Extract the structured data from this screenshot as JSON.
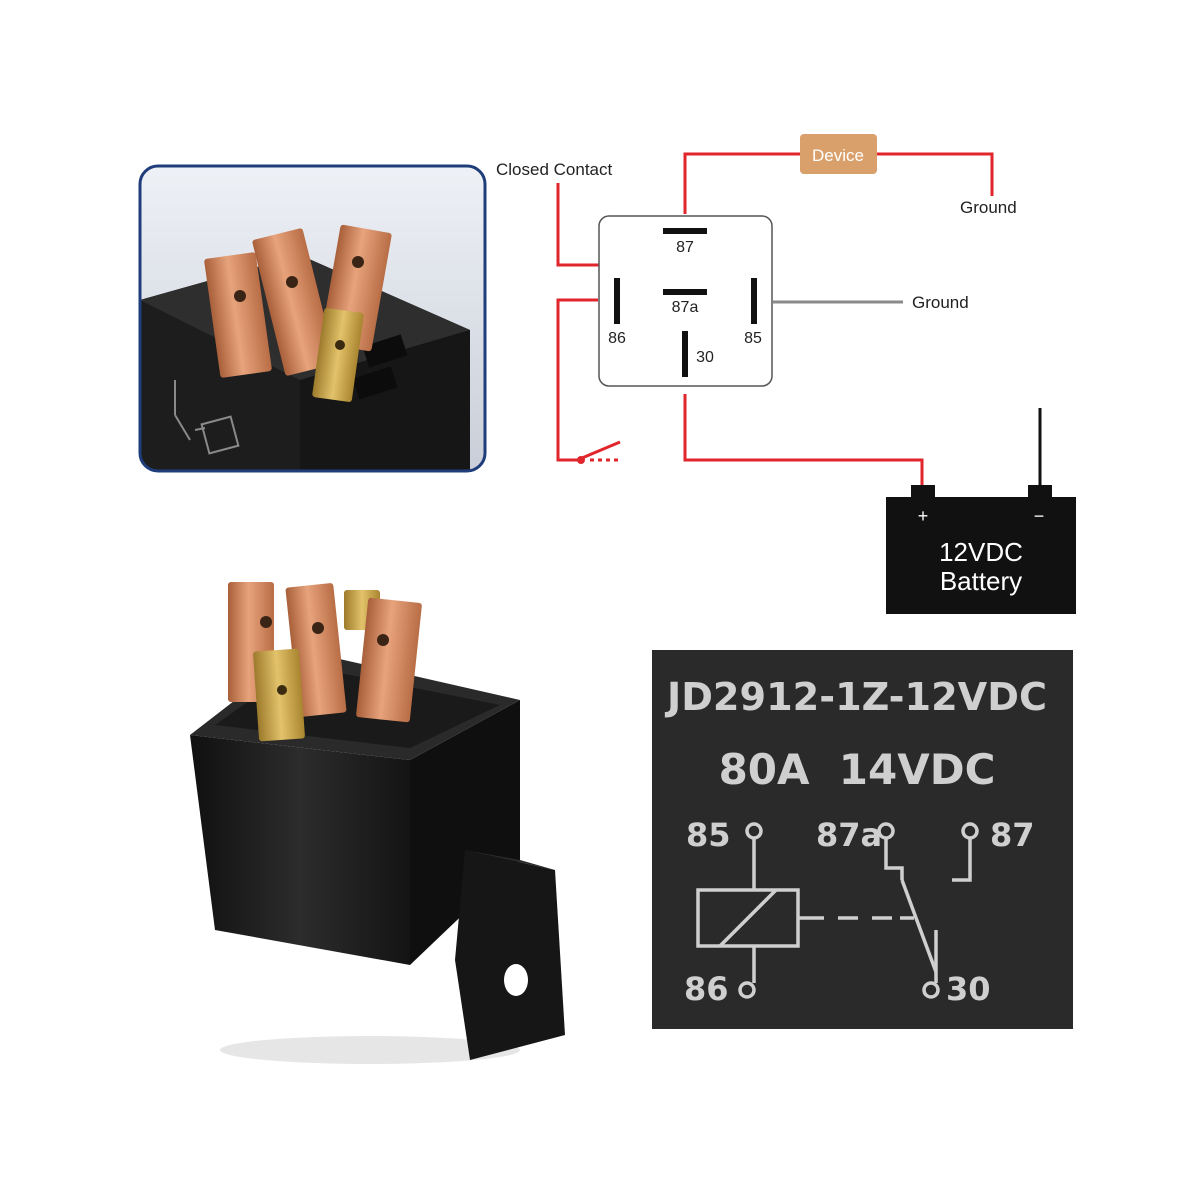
{
  "diagram": {
    "closed_contact_label": "Closed Contact",
    "device_label": "Device",
    "ground_top_label": "Ground",
    "ground_right_label": "Ground",
    "pins": {
      "p87": "87",
      "p87a": "87a",
      "p86": "86",
      "p85": "85",
      "p30": "30"
    },
    "battery": {
      "plus": "+",
      "minus": "−",
      "line1": "12VDC",
      "line2": "Battery"
    }
  },
  "label_plate": {
    "model": "JD2912-1Z-12VDC",
    "rating": "80A  14VDC",
    "pins": {
      "p85": "85",
      "p87a": "87a",
      "p87": "87",
      "p86": "86",
      "p30": "30"
    }
  },
  "colors": {
    "wire_red": "#e0262b",
    "wire_gray": "#8a8a8a",
    "device_fill": "#d9a06b",
    "photo_frame": "#1f3d7a",
    "battery_fill": "#111111",
    "plate_fill": "#2a2a2a",
    "relay_body": "#1c1c1c",
    "copper": "#c9825a",
    "brass": "#c9a24a"
  }
}
